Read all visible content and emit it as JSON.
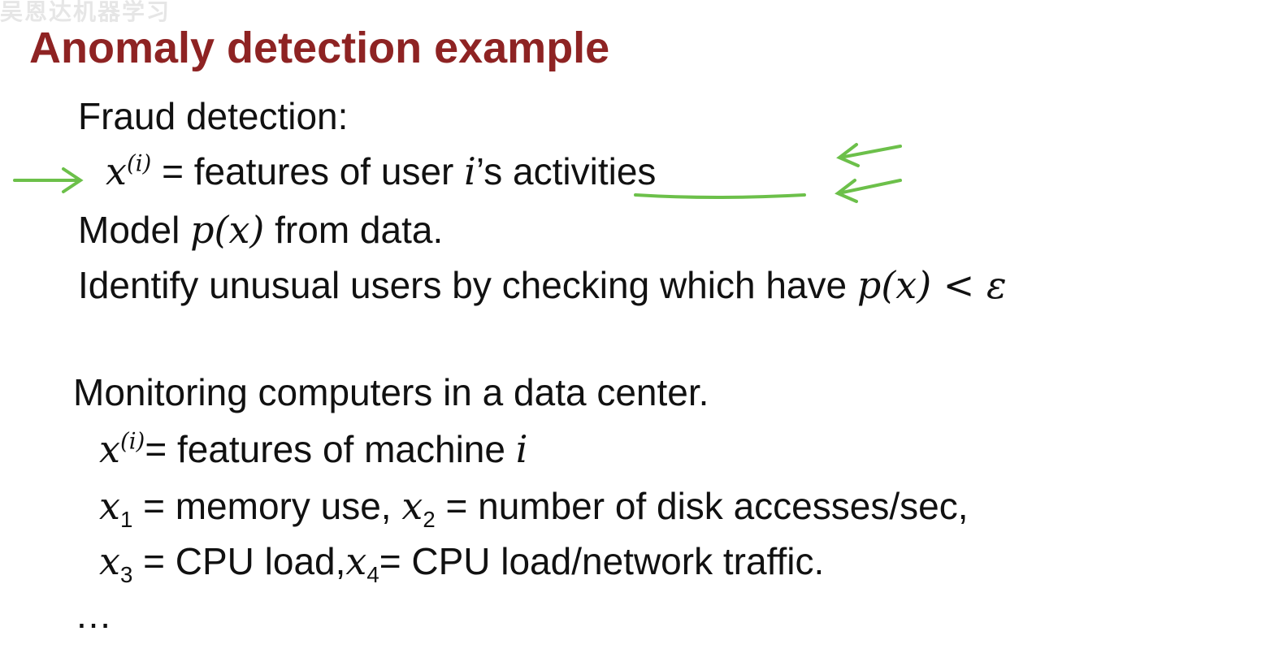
{
  "watermark": "吴恩达机器学习",
  "title": "Anomaly detection example",
  "fraud": {
    "heading": "Fraud detection:",
    "line1_var": "x",
    "line1_sup": "(i)",
    "line1_text": " = features of user ",
    "line1_i": "i",
    "line1_rest": "’s ",
    "line1_underlined": "activities",
    "line2_a": "Model ",
    "line2_math": "p(x)",
    "line2_b": " from data.",
    "line3_a": "Identify unusual users by checking which have ",
    "line3_math": "p(x) < ε"
  },
  "monitor": {
    "heading": "Monitoring computers in a data center.",
    "l1_var": "x",
    "l1_sup": "(i)",
    "l1_text": "= features of machine ",
    "l1_i": "i",
    "l2_x1": "x",
    "l2_s1": "1",
    "l2_t1": " = memory use, ",
    "l2_x2": "x",
    "l2_s2": "2",
    "l2_t2": " = number of disk accesses/sec,",
    "l3_x3": "x",
    "l3_s3": "3",
    "l3_t3": " = CPU load,",
    "l3_x4": "x",
    "l3_s4": "4",
    "l3_t4": "= CPU load/network traffic.",
    "ellipsis": "…"
  },
  "annotation_color": "#6cc04a"
}
